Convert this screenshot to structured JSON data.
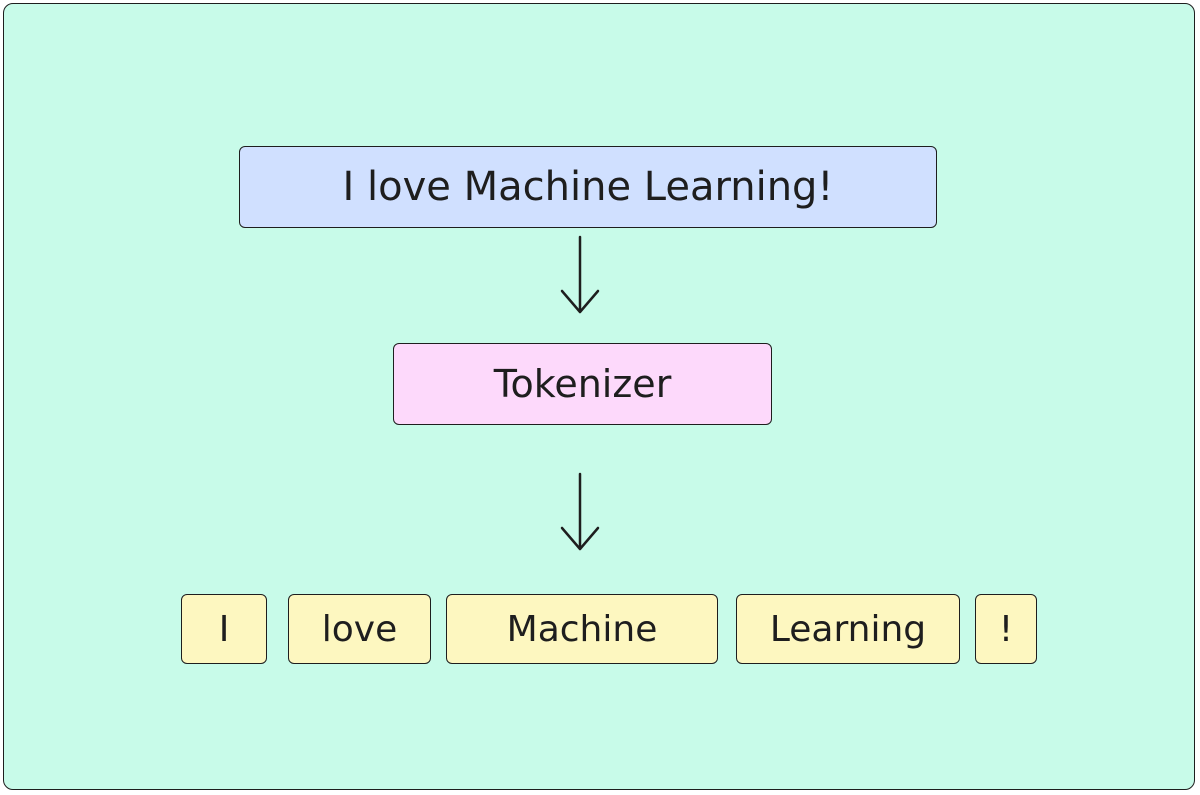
{
  "diagram": {
    "input_text": "I love Machine Learning!",
    "process_label": "Tokenizer",
    "tokens": [
      "I",
      "love",
      "Machine",
      "Learning",
      "!"
    ]
  },
  "colors": {
    "background": "#c8fbe9",
    "input_fill": "#d0e0ff",
    "process_fill": "#fdd9fb",
    "token_fill": "#fdf7c0",
    "stroke": "#1e1e1e"
  }
}
